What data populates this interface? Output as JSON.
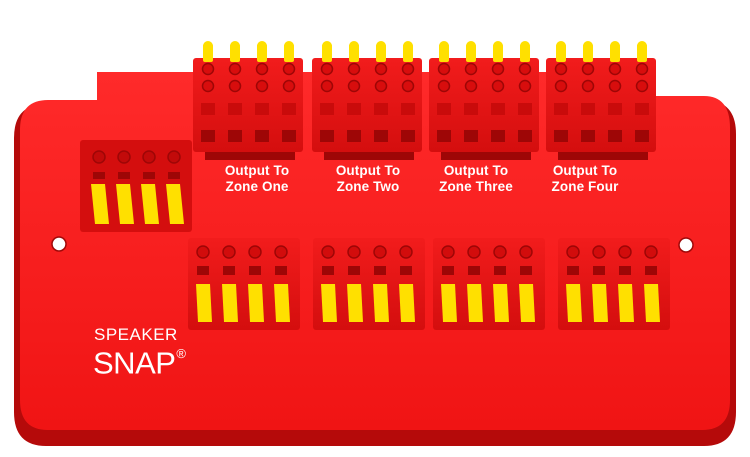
{
  "product": {
    "brand_line_1": "SPEAKER",
    "brand_line_2": "SNAP",
    "registered_mark": "®"
  },
  "output_zones": [
    {
      "line1": "Output To",
      "line2": "Zone One"
    },
    {
      "line1": "Output To",
      "line2": "Zone Two"
    },
    {
      "line1": "Output To",
      "line2": "Zone Three"
    },
    {
      "line1": "Output To",
      "line2": "Zone Four"
    }
  ],
  "colors": {
    "board": "#ff1f1f",
    "board_shade": "#c80c0c",
    "connector": "#e81616",
    "connector_dark": "#9e0606",
    "lever_yellow": "#ffe000",
    "label_white": "#ffffff"
  }
}
